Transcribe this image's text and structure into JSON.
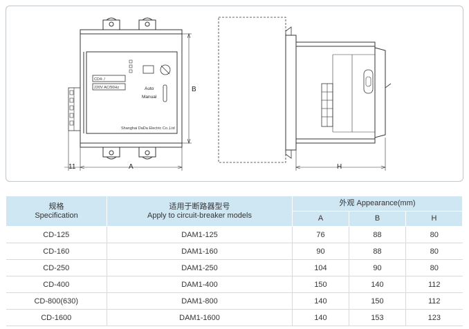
{
  "drawing": {
    "front_view": {
      "label_model": "CD4-    /",
      "label_rating": "220V  AC/50Hz",
      "switch_auto": "Auto",
      "switch_manual": "Manual",
      "manufacturer": "Shanghai DaDa Electric Co.,Ltd",
      "dim_a": "A",
      "dim_b": "B",
      "dim_offset": "11"
    },
    "side_view": {
      "dim_h": "H"
    }
  },
  "table": {
    "header": {
      "spec_cn": "规格",
      "spec_en": "Specification",
      "model_cn": "适用于断路器型号",
      "model_en": "Apply to circuit-breaker models",
      "appearance": "外观 Appearance(mm)",
      "col_a": "A",
      "col_b": "B",
      "col_h": "H"
    },
    "rows": [
      {
        "spec": "CD-125",
        "model": "DAM1-125",
        "a": "76",
        "b": "88",
        "h": "80"
      },
      {
        "spec": "CD-160",
        "model": "DAM1-160",
        "a": "90",
        "b": "88",
        "h": "80"
      },
      {
        "spec": "CD-250",
        "model": "DAM1-250",
        "a": "104",
        "b": "90",
        "h": "80"
      },
      {
        "spec": "CD-400",
        "model": "DAM1-400",
        "a": "150",
        "b": "140",
        "h": "112"
      },
      {
        "spec": "CD-800(630)",
        "model": "DAM1-800",
        "a": "140",
        "b": "150",
        "h": "112"
      },
      {
        "spec": "CD-1600",
        "model": "DAM1-1600",
        "a": "140",
        "b": "153",
        "h": "123"
      }
    ]
  }
}
